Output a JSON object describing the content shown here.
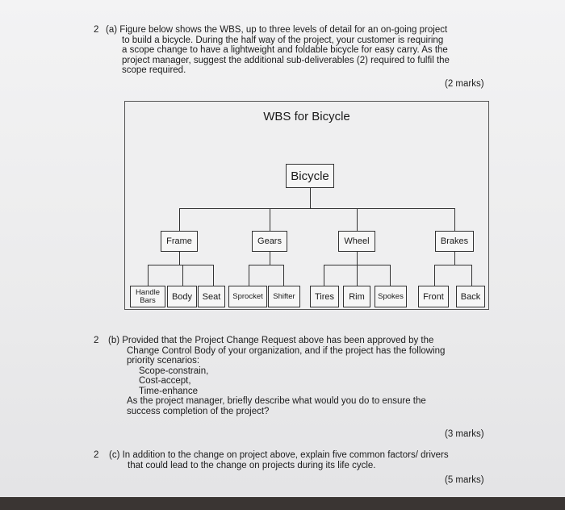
{
  "question_a": {
    "number": "2",
    "lines": [
      "(a) Figure below shows the WBS, up to three levels of detail for an on-going project",
      "to build a bicycle. During the half way of the project, your customer is requiring",
      "a scope change to have a lightweight and foldable bicycle for easy carry. As the",
      "project manager, suggest the additional sub-deliverables (2) required to fulfil the",
      "scope required."
    ],
    "marks": "(2 marks)"
  },
  "wbs": {
    "title": "WBS for Bicycle",
    "root": "Bicycle",
    "level2": [
      "Frame",
      "Gears",
      "Wheel",
      "Brakes"
    ],
    "level3": {
      "frame": [
        "Handle Bars",
        "Body",
        "Seat"
      ],
      "gears": [
        "Sprocket",
        "Shifter"
      ],
      "wheel": [
        "Tires",
        "Rim",
        "Spokes"
      ],
      "brakes": [
        "Front",
        "Back"
      ]
    }
  },
  "question_b": {
    "number": "2",
    "lines": [
      "(b) Provided that the Project Change Request above has been approved by the",
      "Change Control Body of your organization, and if the project has the following",
      "priority scenarios:",
      "Scope-constrain,",
      "Cost-accept,",
      "Time-enhance",
      "As the project manager, briefly describe what would you do to ensure the",
      "success completion of the project?"
    ],
    "marks": "(3 marks)"
  },
  "question_c": {
    "number": "2",
    "lines": [
      "(c) In addition to the change on project above, explain five common factors/ drivers",
      "that could lead to the change on projects during its life cycle."
    ],
    "marks": "(5 marks)"
  }
}
